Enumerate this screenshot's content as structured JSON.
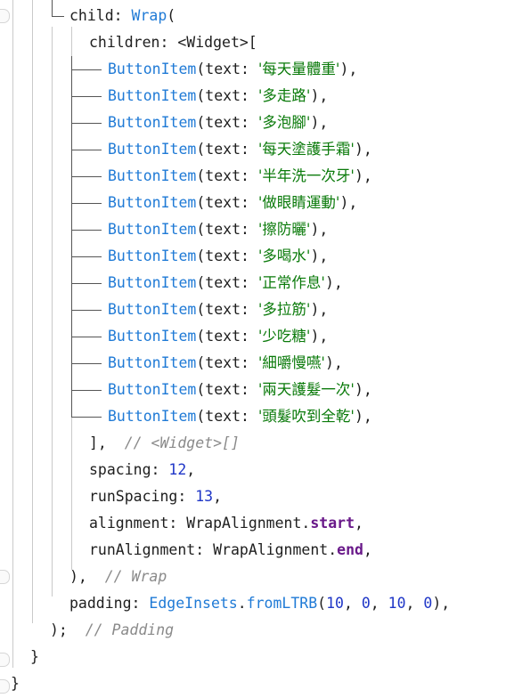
{
  "code": {
    "child_prefix": "child: ",
    "wrap_class": "Wrap",
    "open_paren": "(",
    "children_line": "children: <Widget>[",
    "button_class": "ButtonItem",
    "button_args_prefix": "(text: ",
    "button_suffix": "),",
    "items": [
      "'每天量體重'",
      "'多走路'",
      "'多泡腳'",
      "'每天塗護手霜'",
      "'半年洗一次牙'",
      "'做眼睛運動'",
      "'擦防曬'",
      "'多喝水'",
      "'正常作息'",
      "'多拉筋'",
      "'少吃糖'",
      "'細嚼慢嚥'",
      "'兩天護髮一次'",
      "'頭髮吹到全乾'"
    ],
    "list_close": "],",
    "list_close_comment": "// <Widget>[]",
    "spacing_key": "spacing: ",
    "spacing_value": "12",
    "run_spacing_key": "runSpacing: ",
    "run_spacing_value": "13",
    "comma": ",",
    "alignment_key": "alignment: ",
    "alignment_class": "WrapAlignment.",
    "alignment_value": "start",
    "run_alignment_key": "runAlignment: ",
    "run_alignment_value": "end",
    "wrap_close": "),",
    "wrap_close_comment": "// Wrap",
    "padding_key": "padding: ",
    "edge_insets_class": "EdgeInsets",
    "dot": ".",
    "from_ltrb": "fromLTRB",
    "ltrb_open": "(",
    "ltrb_values": [
      "10",
      "0",
      "10",
      "0"
    ],
    "ltrb_sep": ", ",
    "ltrb_close": "),",
    "padding_close": ");",
    "padding_close_comment": "// Padding",
    "brace_close": "}",
    "brace_close_2": "}"
  },
  "colors": {
    "class_name": "#1f7ad6",
    "string": "#0a7a0a",
    "number": "#1f36c7",
    "comment": "#8a8a8a",
    "enum_value": "#6a1a8a"
  }
}
